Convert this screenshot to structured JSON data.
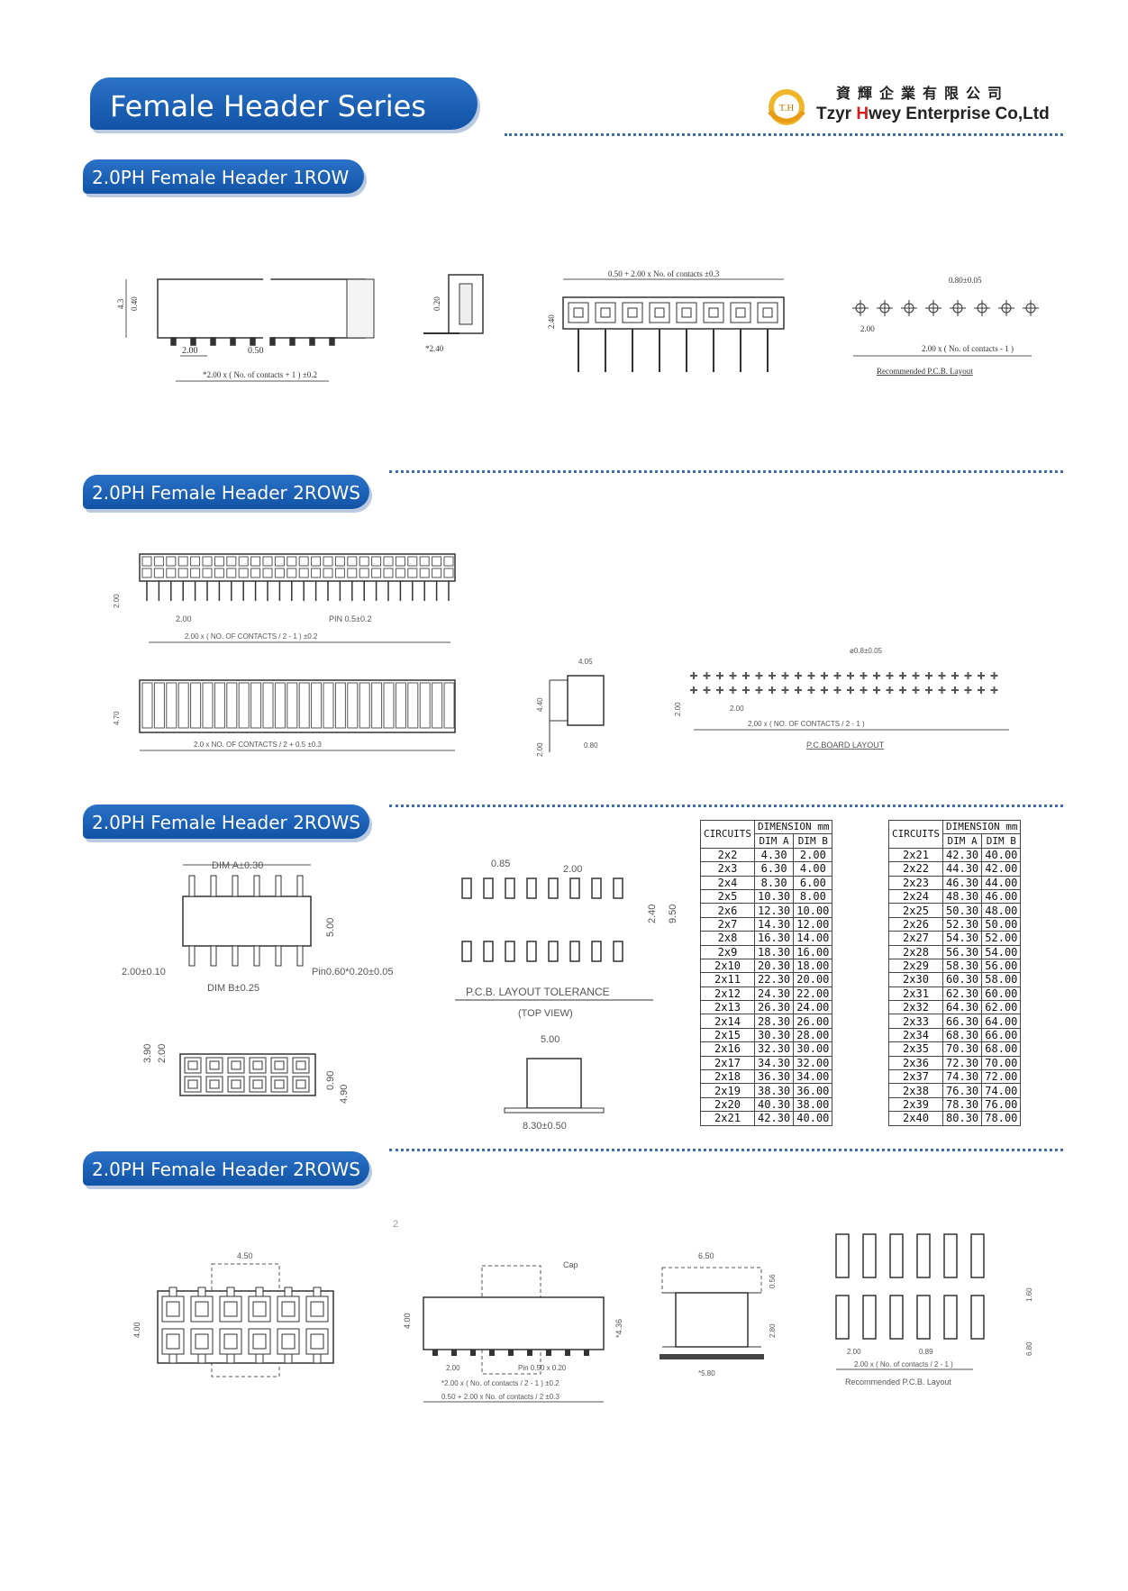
{
  "header": {
    "title": "Female Header Series",
    "company_cn": "資輝企業有限公司",
    "company_en_prefix": "Tzyr ",
    "company_en_h": "H",
    "company_en_suffix": "wey Enterprise Co,Ltd",
    "logo_text": "T.H"
  },
  "sections": [
    {
      "title": "2.0PH Female Header 1ROW"
    },
    {
      "title": "2.0PH Female Header 2ROWS"
    },
    {
      "title": "2.0PH Female Header 2ROWS"
    },
    {
      "title": "2.0PH Female Header 2ROWS"
    }
  ],
  "s1": {
    "d_h1": "4.3",
    "d_h2": "0.40",
    "d_p": "2.00",
    "d_pin": "0.50",
    "d_len": "*2.00 x ( No. of contacts + 1 ) ±0.2",
    "d_side_h": "0.20",
    "d_side_w": "*2.40",
    "d_top": "0.50 + 2.00 x No. of contacts ±0.3",
    "d_top_h": "2.40",
    "d_hole": "0.80±0.05",
    "d_pcb_p": "2.00",
    "d_pcb_len": "2.00 x ( No. of contacts - 1 )",
    "pcb_label": "Recommended P.C.B. Layout"
  },
  "s2": {
    "d_h": "2.00",
    "d_p": "2.00",
    "d_pin": "PIN 0.5±0.2",
    "d_len": "2.00 x ( NO. OF CONTACTS / 2 - 1 ) ±0.2",
    "d_top_h": "4.70",
    "d_top_len": "2.0 x NO. OF CONTACTS / 2 + 0.5 ±0.3",
    "d_side_w": "4.05",
    "d_side_h": "4.40",
    "d_side_h2": "2.00",
    "d_side_b": "0.80",
    "d_hole": "ø0.8±0.05",
    "d_pcb_h": "2.00",
    "d_pcb_p": "2.00",
    "d_pcb_len": "2.00 x ( NO. OF CONTACTS / 2 - 1 )",
    "pcb_label": "P.C.BOARD LAYOUT"
  },
  "s3": {
    "d_a": "DIM A±0.30",
    "d_h": "5.00",
    "d_p": "2.00±0.10",
    "d_b": "DIM B±0.25",
    "d_pin": "Pin0.60*0.20±0.05",
    "d_top1": "3.90",
    "d_top2": "2.00",
    "d_top3": "0.90",
    "d_top4": "4.90",
    "d_pcb_pad": "0.85",
    "d_pcb_p": "2.00",
    "d_pcb_h1": "2.40",
    "d_pcb_h2": "9.50",
    "pcb_label": "P.C.B. LAYOUT TOLERANCE",
    "pcb_sub": "(TOP VIEW)",
    "d_side_w": "5.00",
    "d_side_b": "8.30±0.50"
  },
  "table": {
    "h_circuits": "CIRCUITS",
    "h_dimension": "DIMENSION mm",
    "h_a": "DIM A",
    "h_b": "DIM B",
    "left": [
      [
        "2x2",
        "4.30",
        "2.00"
      ],
      [
        "2x3",
        "6.30",
        "4.00"
      ],
      [
        "2x4",
        "8.30",
        "6.00"
      ],
      [
        "2x5",
        "10.30",
        "8.00"
      ],
      [
        "2x6",
        "12.30",
        "10.00"
      ],
      [
        "2x7",
        "14.30",
        "12.00"
      ],
      [
        "2x8",
        "16.30",
        "14.00"
      ],
      [
        "2x9",
        "18.30",
        "16.00"
      ],
      [
        "2x10",
        "20.30",
        "18.00"
      ],
      [
        "2x11",
        "22.30",
        "20.00"
      ],
      [
        "2x12",
        "24.30",
        "22.00"
      ],
      [
        "2x13",
        "26.30",
        "24.00"
      ],
      [
        "2x14",
        "28.30",
        "26.00"
      ],
      [
        "2x15",
        "30.30",
        "28.00"
      ],
      [
        "2x16",
        "32.30",
        "30.00"
      ],
      [
        "2x17",
        "34.30",
        "32.00"
      ],
      [
        "2x18",
        "36.30",
        "34.00"
      ],
      [
        "2x19",
        "38.30",
        "36.00"
      ],
      [
        "2x20",
        "40.30",
        "38.00"
      ],
      [
        "2x21",
        "42.30",
        "40.00"
      ]
    ],
    "right": [
      [
        "2x21",
        "42.30",
        "40.00"
      ],
      [
        "2x22",
        "44.30",
        "42.00"
      ],
      [
        "2x23",
        "46.30",
        "44.00"
      ],
      [
        "2x24",
        "48.30",
        "46.00"
      ],
      [
        "2x25",
        "50.30",
        "48.00"
      ],
      [
        "2x26",
        "52.30",
        "50.00"
      ],
      [
        "2x27",
        "54.30",
        "52.00"
      ],
      [
        "2x28",
        "56.30",
        "54.00"
      ],
      [
        "2x29",
        "58.30",
        "56.00"
      ],
      [
        "2x30",
        "60.30",
        "58.00"
      ],
      [
        "2x31",
        "62.30",
        "60.00"
      ],
      [
        "2x32",
        "64.30",
        "62.00"
      ],
      [
        "2x33",
        "66.30",
        "64.00"
      ],
      [
        "2x34",
        "68.30",
        "66.00"
      ],
      [
        "2x35",
        "70.30",
        "68.00"
      ],
      [
        "2x36",
        "72.30",
        "70.00"
      ],
      [
        "2x37",
        "74.30",
        "72.00"
      ],
      [
        "2x38",
        "76.30",
        "74.00"
      ],
      [
        "2x39",
        "78.30",
        "76.00"
      ],
      [
        "2x40",
        "80.30",
        "78.00"
      ]
    ]
  },
  "s4": {
    "page_num": "2",
    "d_w": "4.50",
    "d_h": "4.00",
    "cap": "Cap",
    "d_sh": "*4.36",
    "d_p": "2.00",
    "d_pin": "Pin 0.50 x 0.20",
    "d_len1": "*2.00 x ( No. of contacts / 2 - 1 ) ±0.2",
    "d_len2": "0.50 + 2.00 x No. of contacts / 2 ±0.3",
    "d_side_w": "6.50",
    "d_side_h1": "0.56",
    "d_side_h2": "2.80",
    "d_side_b": "*5.80",
    "d_pcb_h1": "1.60",
    "d_pcb_h2": "6.80",
    "d_pcb_p": "2.00",
    "d_pcb_pad": "0.89",
    "d_pcb_len": "2.00 x ( No. of contacts / 2 - 1 )",
    "pcb_label": "Recommended P.C.B. Layout"
  }
}
